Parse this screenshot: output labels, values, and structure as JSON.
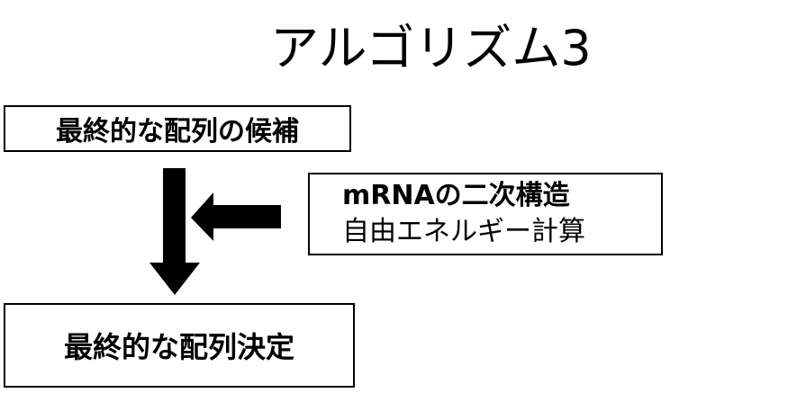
{
  "title": "アルゴリズム3",
  "boxes": {
    "candidates": "最終的な配列の候補",
    "energy_line1": "mRNAの二次構造",
    "energy_line2": "自由エネルギー計算",
    "final": "最終的な配列決定"
  },
  "colors": {
    "stroke": "#000000",
    "background": "#ffffff"
  }
}
